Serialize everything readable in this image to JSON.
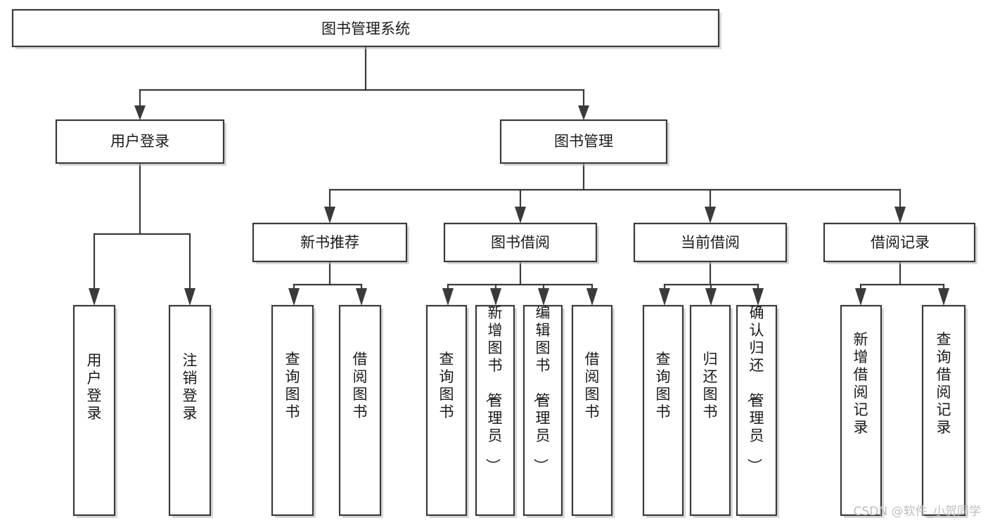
{
  "diagram": {
    "title": "图书管理系统",
    "type": "tree-hierarchy-chart",
    "colors": {
      "box_stroke": "#3a3a3a",
      "box_fill": "#ffffff",
      "connector": "#3a3a3a",
      "text": "#1a1a1a",
      "background": "#ffffff",
      "watermark": "#bdbdbd"
    },
    "root": {
      "label": "图书管理系统"
    },
    "level2": [
      {
        "label": "用户登录"
      },
      {
        "label": "图书管理"
      }
    ],
    "level3": [
      {
        "label": "新书推荐"
      },
      {
        "label": "图书借阅"
      },
      {
        "label": "当前借阅"
      },
      {
        "label": "借阅记录"
      }
    ],
    "leaves": {
      "user_login": [
        {
          "label": "用户登录"
        },
        {
          "label": "注销登录"
        }
      ],
      "new_book": [
        {
          "label": "查询图书"
        },
        {
          "label": "借阅图书"
        }
      ],
      "book_borrow": [
        {
          "label": "查询图书"
        },
        {
          "label": "新增图书（管理员）"
        },
        {
          "label": "编辑图书（管理员）"
        },
        {
          "label": "借阅图书"
        }
      ],
      "current_borrow": [
        {
          "label": "查询图书"
        },
        {
          "label": "归还图书"
        },
        {
          "label": "确认归还（管理员）"
        }
      ],
      "borrow_record": [
        {
          "label": "新增借阅记录"
        },
        {
          "label": "查询借阅记录"
        }
      ]
    },
    "watermark": "CSDN @软件_小贺同学"
  }
}
